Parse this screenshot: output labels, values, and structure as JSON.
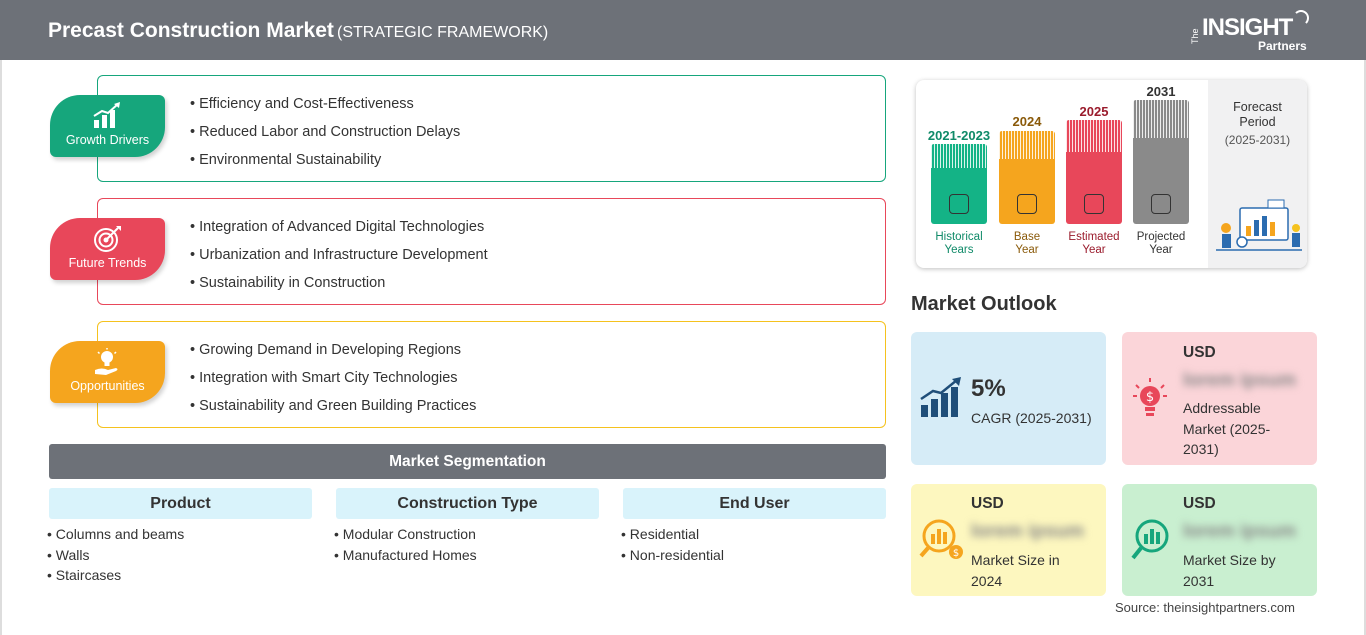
{
  "header": {
    "title": "Precast Construction Market",
    "subtitle": "(STRATEGIC FRAMEWORK)",
    "logo": {
      "the": "The",
      "insight": "INSIGHT",
      "partners": "Partners"
    }
  },
  "framework": [
    {
      "label": "Growth Drivers",
      "color": "#16a67c",
      "icon": "growth-chart-icon",
      "items": [
        "Efficiency and Cost-Effectiveness",
        "Reduced Labor and Construction Delays",
        "Environmental Sustainability"
      ]
    },
    {
      "label": "Future Trends",
      "color": "#e8475a",
      "icon": "target-icon",
      "items": [
        "Integration of Advanced Digital Technologies",
        "Urbanization and Infrastructure Development",
        "Sustainability in Construction"
      ]
    },
    {
      "label": "Opportunities",
      "color": "#f5a51e",
      "icon": "lightbulb-hand-icon",
      "items": [
        "Growing Demand in Developing Regions",
        "Integration with Smart City Technologies",
        "Sustainability and Green Building Practices"
      ]
    }
  ],
  "segmentation": {
    "title": "Market Segmentation",
    "columns": [
      {
        "head": "Product",
        "items": [
          "Columns and beams",
          "Walls",
          "Staircases"
        ]
      },
      {
        "head": "Construction Type",
        "items": [
          "Modular Construction",
          "Manufactured Homes"
        ]
      },
      {
        "head": "End User",
        "items": [
          "Residential",
          "Non-residential"
        ]
      }
    ]
  },
  "timeline": {
    "periods": [
      {
        "year": "2021-2023",
        "caption": [
          "Historical",
          "Years"
        ],
        "color": "#14b386",
        "text_color": "#0f8a68"
      },
      {
        "year": "2024",
        "caption": [
          "Base",
          "Year"
        ],
        "color": "#f5a51e",
        "text_color": "#8a5a0a"
      },
      {
        "year": "2025",
        "caption": [
          "Estimated",
          "Year"
        ],
        "color": "#e8475a",
        "text_color": "#9a1b2c"
      },
      {
        "year": "2031",
        "caption": [
          "Projected",
          "Year"
        ],
        "color": "#8a8a8a",
        "text_color": "#333333"
      }
    ],
    "forecast_title": [
      "Forecast",
      "Period"
    ],
    "forecast_years": "(2025-2031)"
  },
  "outlook": {
    "title": "Market Outlook",
    "cagr": {
      "value": "5%",
      "label": "CAGR (2025-2031)",
      "bg": "#d6ecf7"
    },
    "addressable": {
      "usd": "USD",
      "value": "lorem ipsum",
      "label": [
        "Addressable",
        "Market (2025-",
        "2031)"
      ],
      "bg": "#fbd5d9"
    },
    "size2024": {
      "usd": "USD",
      "value": "lorem ipsum",
      "label": [
        "Market Size in",
        "2024"
      ],
      "bg": "#fdf7bf"
    },
    "size2031": {
      "usd": "USD",
      "value": "lorem ipsum",
      "label": [
        "Market Size by",
        "2031"
      ],
      "bg": "#c9efd0"
    }
  },
  "source": "Source: theinsightpartners.com"
}
